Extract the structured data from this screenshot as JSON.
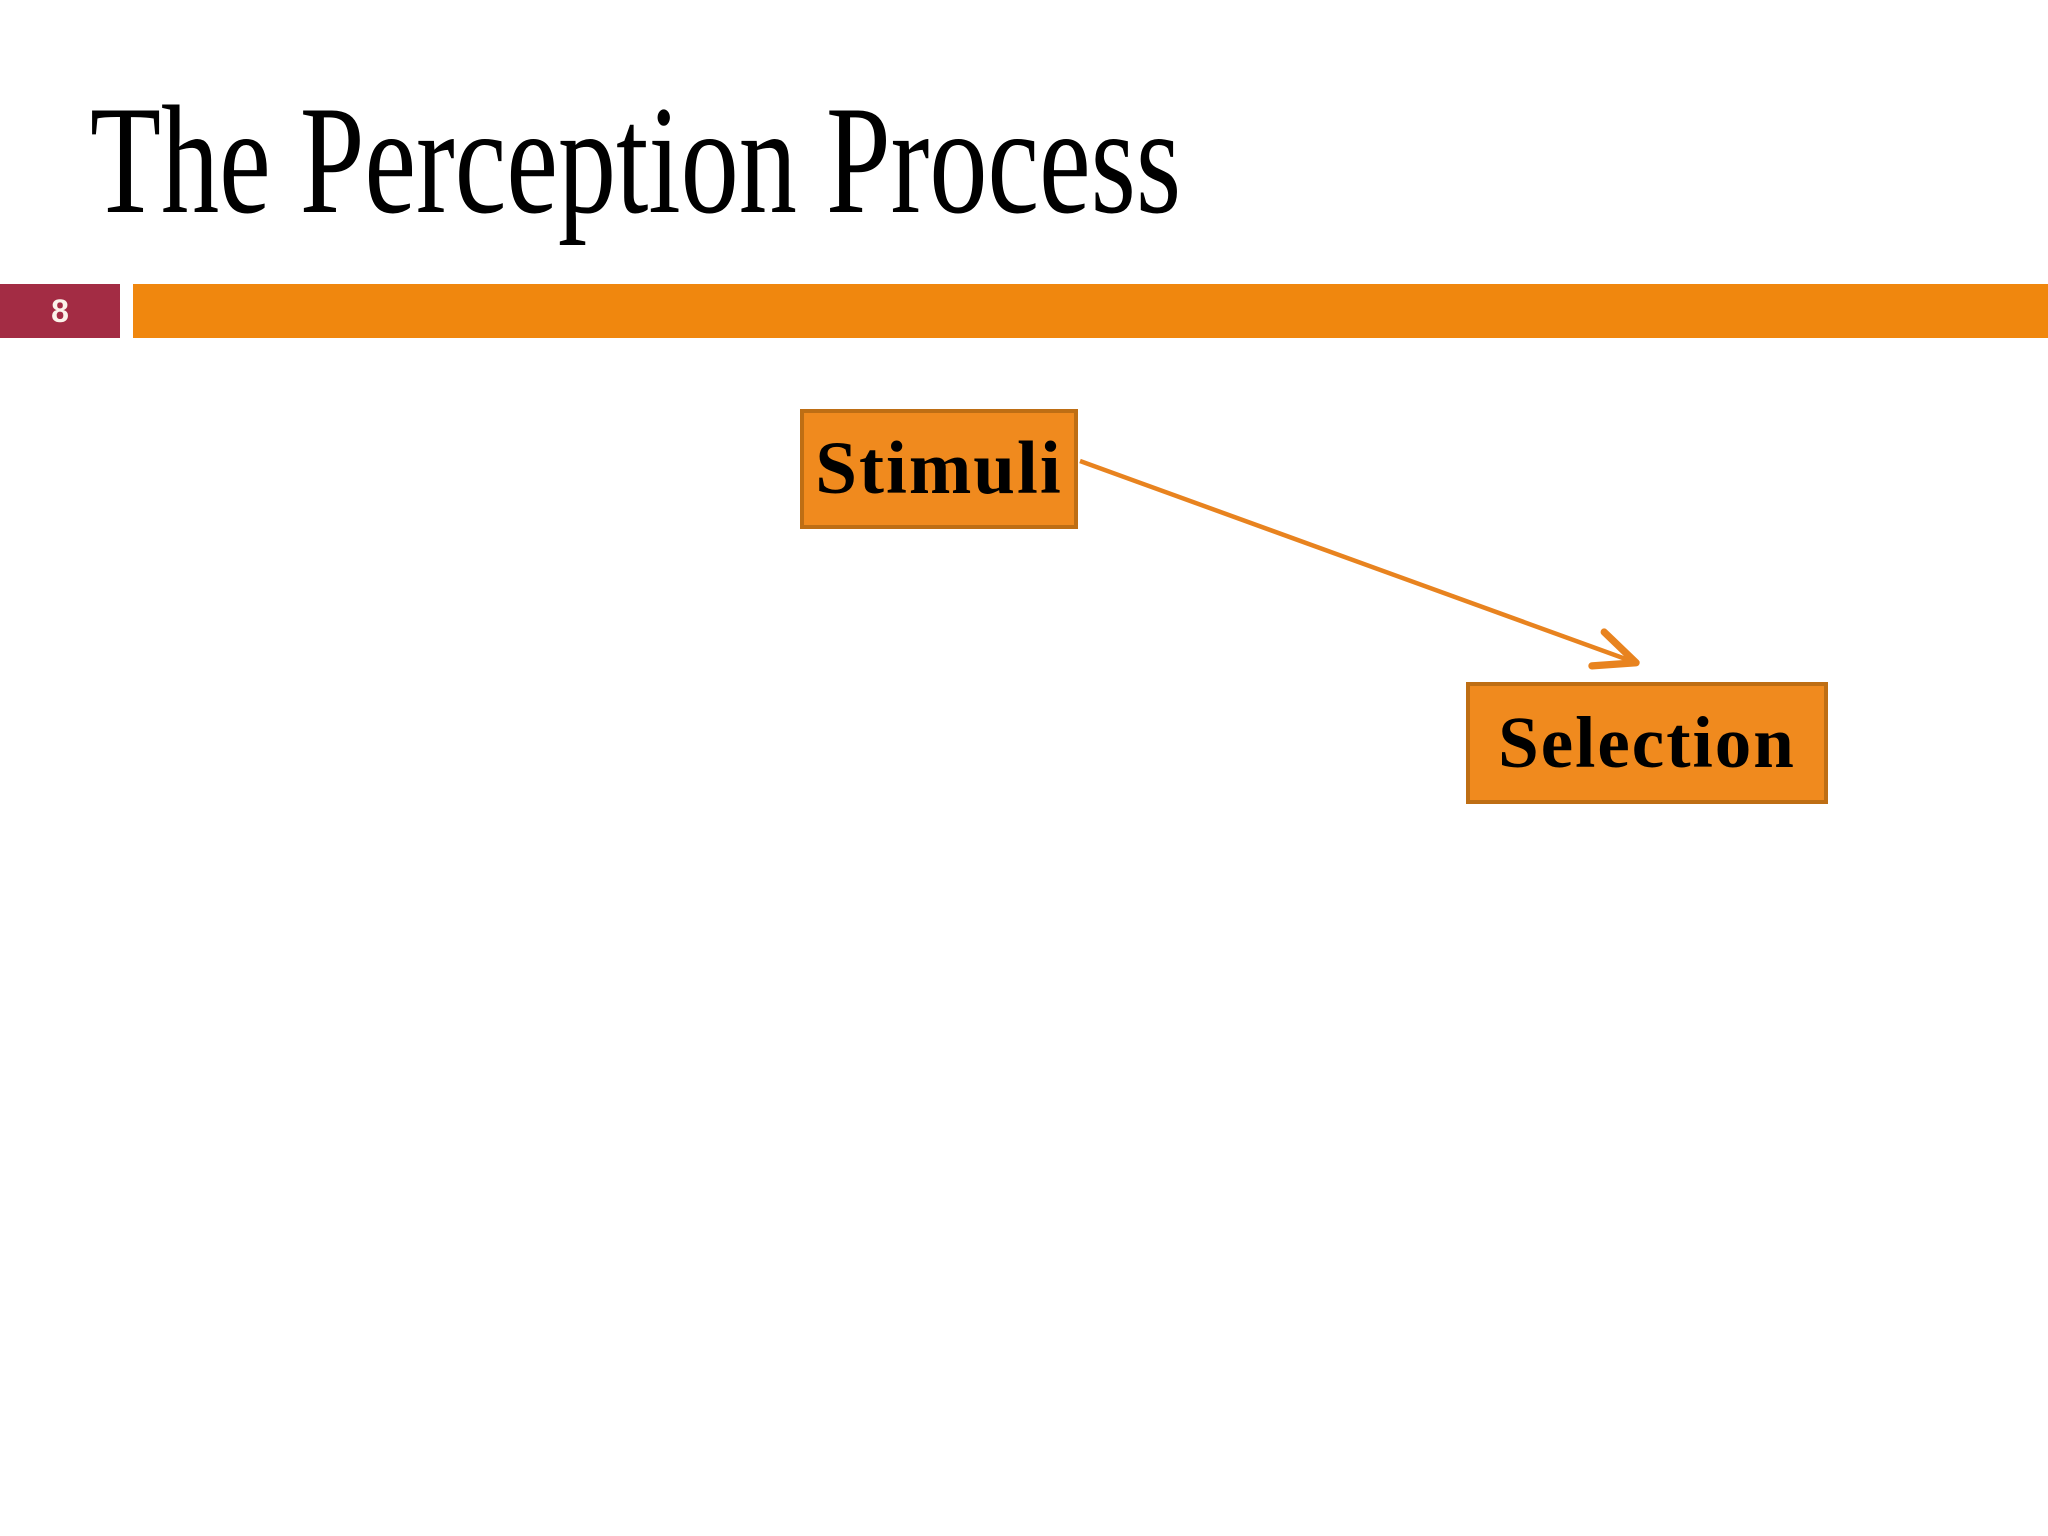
{
  "slide": {
    "title": "The Perception Process",
    "page_number": "8"
  },
  "diagram": {
    "nodes": [
      {
        "id": "stimuli",
        "label": "Stimuli"
      },
      {
        "id": "selection",
        "label": "Selection"
      }
    ],
    "connector": {
      "from": "stimuli",
      "to": "selection",
      "shape": "straight-line-open-arrowhead"
    }
  },
  "colors": {
    "accent_bar": "#F0870E",
    "page_badge": "#A32C44",
    "page_number_text": "#FBF3EA",
    "node_fill": "#F08A1E",
    "node_border": "#BE6E14",
    "arrow": "#E8831F",
    "title_text": "#000000",
    "node_text": "#000000",
    "background": "#FFFFFF"
  }
}
